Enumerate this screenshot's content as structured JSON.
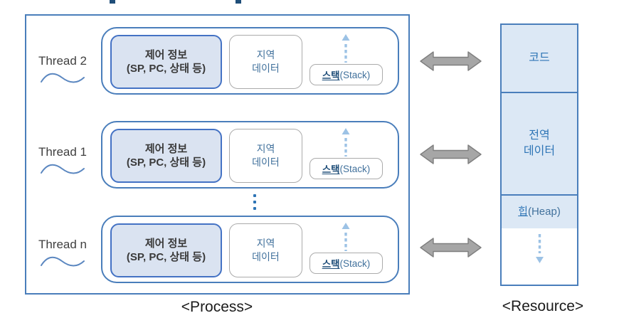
{
  "process": {
    "caption": "<Process>"
  },
  "resource": {
    "caption": "<Resource>",
    "code_label": "코드",
    "global_line1": "전역",
    "global_line2": "데이터",
    "heap_ko": "힙",
    "heap_en": "(Heap)"
  },
  "threads": [
    {
      "label": "Thread 2",
      "control_line1": "제어 정보",
      "control_line2": "(SP, PC, 상태 등)",
      "local_line1": "지역",
      "local_line2": "데이터",
      "stack_ko": "스택",
      "stack_en": "(Stack)"
    },
    {
      "label": "Thread 1",
      "control_line1": "제어 정보",
      "control_line2": "(SP, PC, 상태 등)",
      "local_line1": "지역",
      "local_line2": "데이터",
      "stack_ko": "스택",
      "stack_en": "(Stack)"
    },
    {
      "label": "Thread n",
      "control_line1": "제어 정보",
      "control_line2": "(SP, PC, 상태 등)",
      "local_line1": "지역",
      "local_line2": "데이터",
      "stack_ko": "스택",
      "stack_en": "(Stack)"
    }
  ],
  "icons": {
    "wavy_line": "thread-wave",
    "double_arrow": "shared-access-arrow",
    "dashed_up_arrow": "stack-grow-arrow",
    "dashed_down_arrow": "heap-grow-arrow",
    "vertical_ellipsis": "more-threads"
  },
  "colors": {
    "outline_blue": "#4a7ebb",
    "control_border": "#4472c4",
    "control_fill": "#dae3f1",
    "resource_fill": "#dce8f5",
    "gray_arrow": "#a6a6a6",
    "gray_arrow_edge": "#7f7f7f",
    "dashed_arrow_blue": "#9cc2e5",
    "text_blue": "#2e75b6",
    "text_steel_blue": "#41719c",
    "text_navy": "#1f4e79"
  }
}
